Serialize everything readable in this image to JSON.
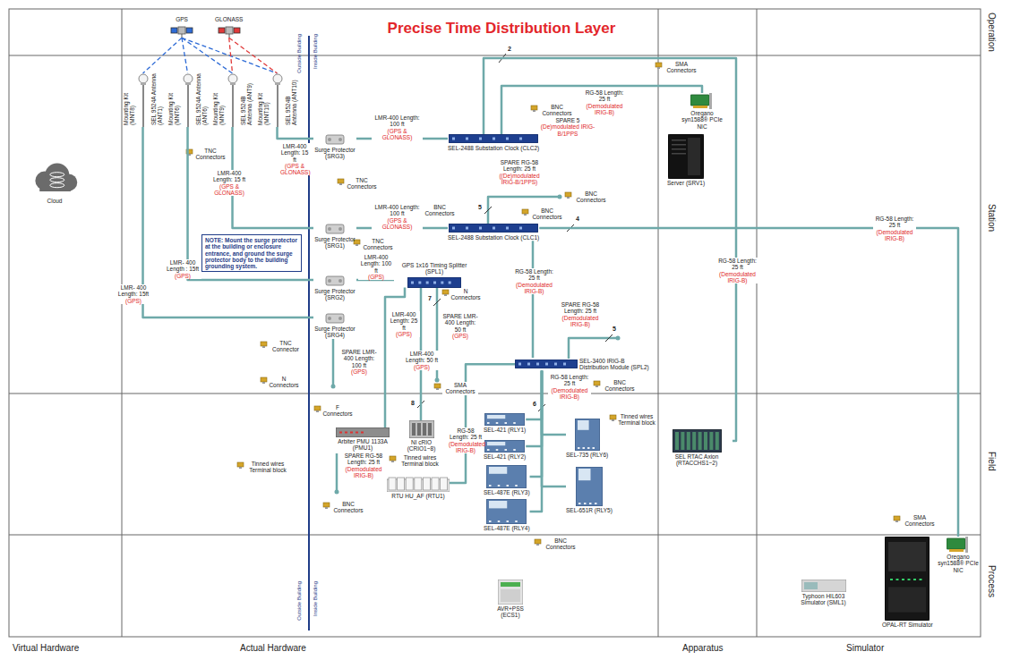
{
  "diagram": {
    "title": "Precise Time Distribution Layer",
    "nodes": [
      {
        "text": [
          "GPS"
        ]
      },
      {
        "text": [
          "GLONASS"
        ]
      },
      {
        "text": [
          "Mounting Kit (MNT8)",
          "SEL 9524A Antenna (ANT1)"
        ]
      },
      {
        "text": [
          "Mounting Kit (MNT6)",
          "SEL 9524A Antenna (ANT6)"
        ]
      },
      {
        "text": [
          "Mounting Kit (MNT9)",
          "SEL 9524B Antenna (ANT9)"
        ]
      },
      {
        "text": [
          "Mounting Kit (MNT10)",
          "SEL 9524B Antenna (ANT10)"
        ]
      },
      {
        "text": [
          "Cloud"
        ]
      },
      {
        "text": [
          "Surge Protector (SRG3)"
        ]
      },
      {
        "text": [
          "SEL-2488 Substation Clock (CLC2)"
        ]
      },
      {
        "text": [
          "Oregano syn1588® PCIe NIC"
        ]
      },
      {
        "text": [
          "Server (SRV1)"
        ]
      },
      {
        "text": [
          "Surge Protector (SRG1)"
        ]
      },
      {
        "text": [
          "SEL-2488 Substation Clock (CLC1)"
        ]
      },
      {
        "text": [
          "NOTE: Mount the surge protector at the building or enclosure entrance, and ground the surge protector body to the building grounding system."
        ]
      },
      {
        "text": [
          "Surge Protector (SRG2)"
        ]
      },
      {
        "text": [
          "GPS 1x16 Timing Splitter (SPL1)"
        ]
      },
      {
        "text": [
          "Surge Protector (SRG4)"
        ]
      },
      {
        "text": [
          "SEL-3400 IRIG-B Distribution Module (SPL2)"
        ]
      },
      {
        "text": [
          "Arbiter PMU 1133A (PMU1)"
        ]
      },
      {
        "text": [
          "NI cRIO (CRIO1~8)"
        ]
      },
      {
        "text": [
          "RTU HU_AF (RTU1)"
        ]
      },
      {
        "text": [
          "SEL-421 (RLY1)"
        ]
      },
      {
        "text": [
          "SEL-421 (RLY2)"
        ]
      },
      {
        "text": [
          "SEL-487E (RLY3)"
        ]
      },
      {
        "text": [
          "SEL-487E (RLY4)"
        ]
      },
      {
        "text": [
          "SEL-735 (RLY6)"
        ]
      },
      {
        "text": [
          "SEL-651R (RLY5)"
        ]
      },
      {
        "text": [
          "SEL RTAC Axion (RTACCHS1~2)"
        ]
      },
      {
        "text": [
          "AVR+PSS (ECS1)"
        ]
      },
      {
        "text": [
          "Typhoon HIL603 Simulator (SML1)"
        ]
      },
      {
        "text": [
          "OPAL-RT Simulator"
        ]
      },
      {
        "text": [
          "Oregano syn1588® PCIe NIC"
        ]
      }
    ],
    "edges": [
      {
        "from": 0,
        "to": 2,
        "arrow": "none"
      },
      {
        "from": 0,
        "to": 3,
        "arrow": "none"
      },
      {
        "from": 0,
        "to": 4,
        "arrow": "none"
      },
      {
        "from": 0,
        "to": 5,
        "arrow": "none"
      },
      {
        "from": 1,
        "to": 4,
        "arrow": "none"
      },
      {
        "from": 1,
        "to": 5,
        "arrow": "none"
      },
      {
        "from": 2,
        "to": 16,
        "label": "LMR- 400 Length: 15ft (GPS)",
        "arrow": "none"
      },
      {
        "from": 3,
        "to": 14,
        "label": "LMR- 400 Length : 15ft (GPS)",
        "arrow": "none"
      },
      {
        "from": 4,
        "to": 11,
        "label": "LMR-400 Length: 15 ft (GPS & GLONASS)",
        "arrow": "none"
      },
      {
        "from": 5,
        "to": 7,
        "label": "LMR-400 Length: 15 ft (GPS & GLONASS)",
        "arrow": "none"
      },
      {
        "from": 7,
        "to": 8,
        "label": "LMR-400 Length: 100 ft (GPS & GLONASS)",
        "arrow": "none"
      },
      {
        "from": 8,
        "to": 9,
        "label": "RG-58 Length: 25 ft (Demodulated IRIG-B)",
        "arrow": "none"
      },
      {
        "from": 8,
        "to": 27,
        "label": "RG-58 Length: 25 ft (Demodulated IRIG-B)",
        "arrow": "none"
      },
      {
        "from": 11,
        "to": 12,
        "label": "LMR-400 Length: 100 ft (GPS & GLONASS)",
        "arrow": "none"
      },
      {
        "from": 12,
        "to": 31,
        "label": "RG-58 Length: 25 ft (Demodulated IRIG-B)",
        "arrow": "none"
      },
      {
        "from": 12,
        "to": 17,
        "label": "RG-58 Length: 25 ft (Demodulated IRIG-B)",
        "arrow": "none"
      },
      {
        "from": 14,
        "to": 15,
        "label": "LMR-400 Length: 100 ft (GPS)",
        "arrow": "none"
      },
      {
        "from": 15,
        "to": 18,
        "label": "LMR-400 Length: 25 ft (GPS)",
        "arrow": "none"
      },
      {
        "from": 15,
        "to": 19,
        "label": "LMR-400 Length: 50 ft (GPS)",
        "arrow": "none"
      },
      {
        "from": 17,
        "to": 20,
        "label": "RG-58 Length: 25 ft (Demodulated IRIG-B)",
        "arrow": "none"
      },
      {
        "from": 17,
        "to": 21,
        "label": "RG-58 Length: 25 ft (Demodulated IRIG-B)",
        "arrow": "none"
      },
      {
        "from": 17,
        "to": 22,
        "arrow": "none"
      },
      {
        "from": 17,
        "to": 23,
        "arrow": "none"
      },
      {
        "from": 17,
        "to": 24,
        "arrow": "none"
      },
      {
        "from": 17,
        "to": 25,
        "arrow": "none"
      },
      {
        "from": 17,
        "to": 26,
        "arrow": "none"
      }
    ],
    "labels": [
      "Operation",
      "Station",
      "Field",
      "Process",
      "Virtual Hardware",
      "Actual Hardware",
      "Apparatus",
      "Simulator",
      "Outside Building",
      "Inside Building",
      "Outside Building",
      "Inside Building",
      "TNC Connectors",
      "TNC Connectors",
      "BNC Connectors",
      "SPARE 5 (De)modulated IRIG-B/1PPS",
      "SMA Connectors",
      "BNC Connectors",
      "SPARE RG-58 Length: 25 ft ((De)modulated IRIG-B/1PPS)",
      "5",
      "BNC Connectors",
      "BNC Connectors",
      "4",
      "2",
      "TNC Connectors",
      "N Connectors",
      "SPARE LMR-400 Length: 50 ft (GPS)",
      "7",
      "TNC Connector",
      "SPARE LMR-400 Length: 100 ft (GPS)",
      "N Connectors",
      "SMA Connectors",
      "8",
      "SPARE RG-58 Length: 25 ft (Demodulated IRIG-B)",
      "5",
      "BNC Connectors",
      "6",
      "F Connectors",
      "Tinned wires Terminal block",
      "SPARE RG-58 Length: 25 ft (Demodulated IRIG-B)",
      "BNC Connectors",
      "Tinned wires Terminal block",
      "Tinned wires Terminal block",
      "BNC Connectors",
      "SMA Connectors"
    ]
  }
}
